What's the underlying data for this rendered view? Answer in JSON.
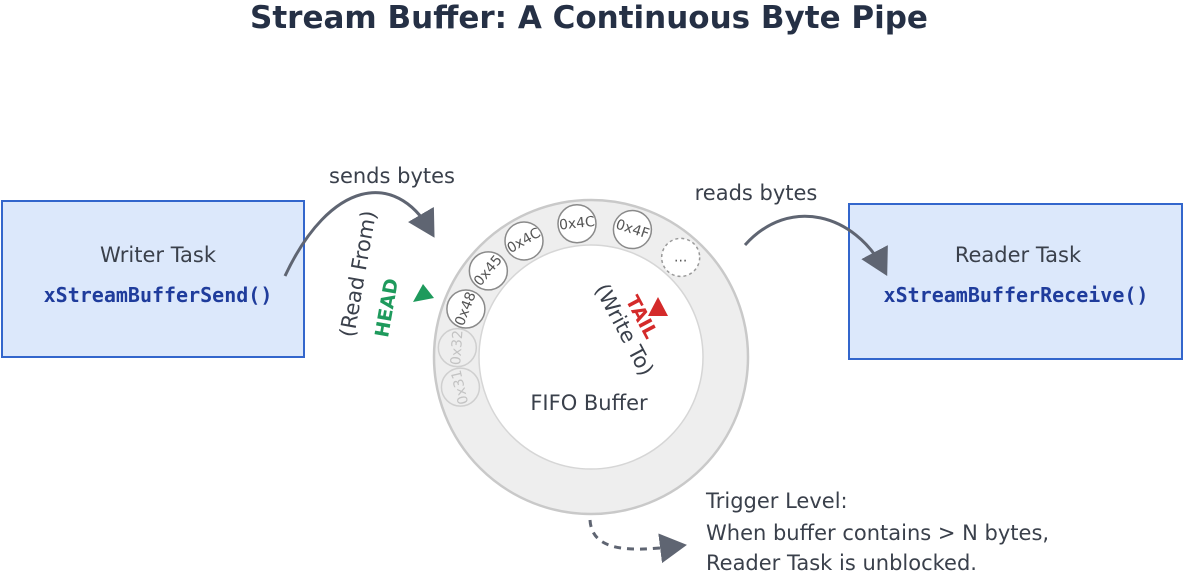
{
  "title": "Stream Buffer: A Continuous Byte Pipe",
  "writer": {
    "name": "Writer Task",
    "function": "xStreamBufferSend()"
  },
  "reader": {
    "name": "Reader Task",
    "function": "xStreamBufferReceive()"
  },
  "sends_label": "sends bytes",
  "reads_label": "reads bytes",
  "buffer_label": "FIFO Buffer",
  "head": {
    "label": "HEAD",
    "note": "(Read From)",
    "color": "#1e9a5c"
  },
  "tail": {
    "label": "TAIL",
    "note": "(Write To)",
    "color": "#d42a2a"
  },
  "bytes": [
    {
      "value": "0x31",
      "state": "read"
    },
    {
      "value": "0x32",
      "state": "read"
    },
    {
      "value": "0x48",
      "state": "stored"
    },
    {
      "value": "0x45",
      "state": "stored"
    },
    {
      "value": "0x4C",
      "state": "stored"
    },
    {
      "value": "0x4C",
      "state": "stored"
    },
    {
      "value": "0x4F",
      "state": "stored"
    },
    {
      "value": "...",
      "state": "empty"
    }
  ],
  "trigger": {
    "title": "Trigger Level:",
    "line1": "When buffer contains > N bytes,",
    "line2": "Reader Task is unblocked."
  },
  "colors": {
    "box_fill": "#dce8fb",
    "box_stroke": "#3366cc",
    "code": "#1f3c9c"
  }
}
